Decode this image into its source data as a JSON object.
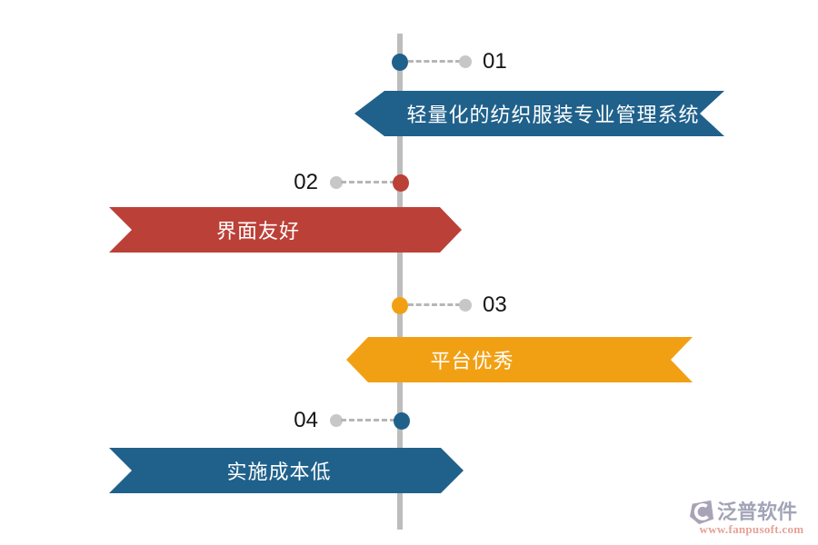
{
  "timeline": {
    "line_color": "#bdbdbd",
    "connector_color": "#b6b6b6",
    "endpoint_dot_color": "#c7c7c7",
    "number_color": "#151515",
    "items": [
      {
        "number": "01",
        "label": "轻量化的纺织服装专业管理系统",
        "color": "#20618b",
        "side": "right"
      },
      {
        "number": "02",
        "label": "界面友好",
        "color": "#bb4138",
        "side": "left"
      },
      {
        "number": "03",
        "label": "平台优秀",
        "color": "#f2a013",
        "side": "right"
      },
      {
        "number": "04",
        "label": "实施成本低",
        "color": "#20618b",
        "side": "left"
      }
    ]
  },
  "logo": {
    "name": "泛普软件",
    "url": "www.fanpusoft.com",
    "name_color": "#a2a4b8",
    "url_color": "#e7a095",
    "icon_color": "#a9a3b8"
  }
}
